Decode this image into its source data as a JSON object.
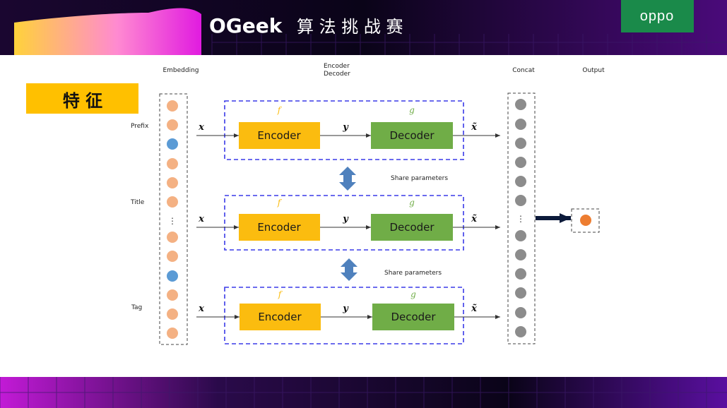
{
  "header": {
    "brand": "OGeek",
    "subtitle": "算 法 挑 战 赛",
    "logo": "oppo"
  },
  "badge": {
    "label": "特 征"
  },
  "columns": {
    "embedding": "Embedding",
    "encoder_decoder_line1": "Encoder",
    "encoder_decoder_line2": "Decoder",
    "concat": "Concat",
    "output": "Output"
  },
  "rows": [
    {
      "name": "Prefix",
      "input": "x",
      "mid": "y",
      "out": "x̃",
      "f": "f",
      "g": "g",
      "encoder": "Encoder",
      "decoder": "Decoder"
    },
    {
      "name": "Title",
      "input": "x",
      "mid": "y",
      "out": "x̃",
      "f": "f",
      "g": "g",
      "encoder": "Encoder",
      "decoder": "Decoder"
    },
    {
      "name": "Tag",
      "input": "x",
      "mid": "y",
      "out": "x̃",
      "f": "f",
      "g": "g",
      "encoder": "Encoder",
      "decoder": "Decoder"
    }
  ],
  "share_labels": [
    "Share parameters",
    "Share parameters"
  ],
  "ellipsis": "⋮",
  "colors": {
    "encoder": "#fbbc0f",
    "decoder": "#70ad47",
    "embed_orange": "#f4b183",
    "embed_blue": "#5b9bd5",
    "concat_gray": "#8c8c8c",
    "output_orange": "#ed7d31",
    "dashed_blue": "#3a3ae8",
    "badge": "#ffc000",
    "oppo_green": "#1a8a4a"
  }
}
